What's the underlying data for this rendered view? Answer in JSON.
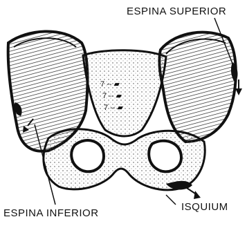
{
  "labels": {
    "superior": "ESPINA SUPERIOR",
    "inferior": "ESPINA INFERIOR",
    "isquium": "ISQUIUM"
  },
  "colors": {
    "ink": "#141414",
    "shade": "#2a2a2a",
    "paper": "#ffffff"
  }
}
